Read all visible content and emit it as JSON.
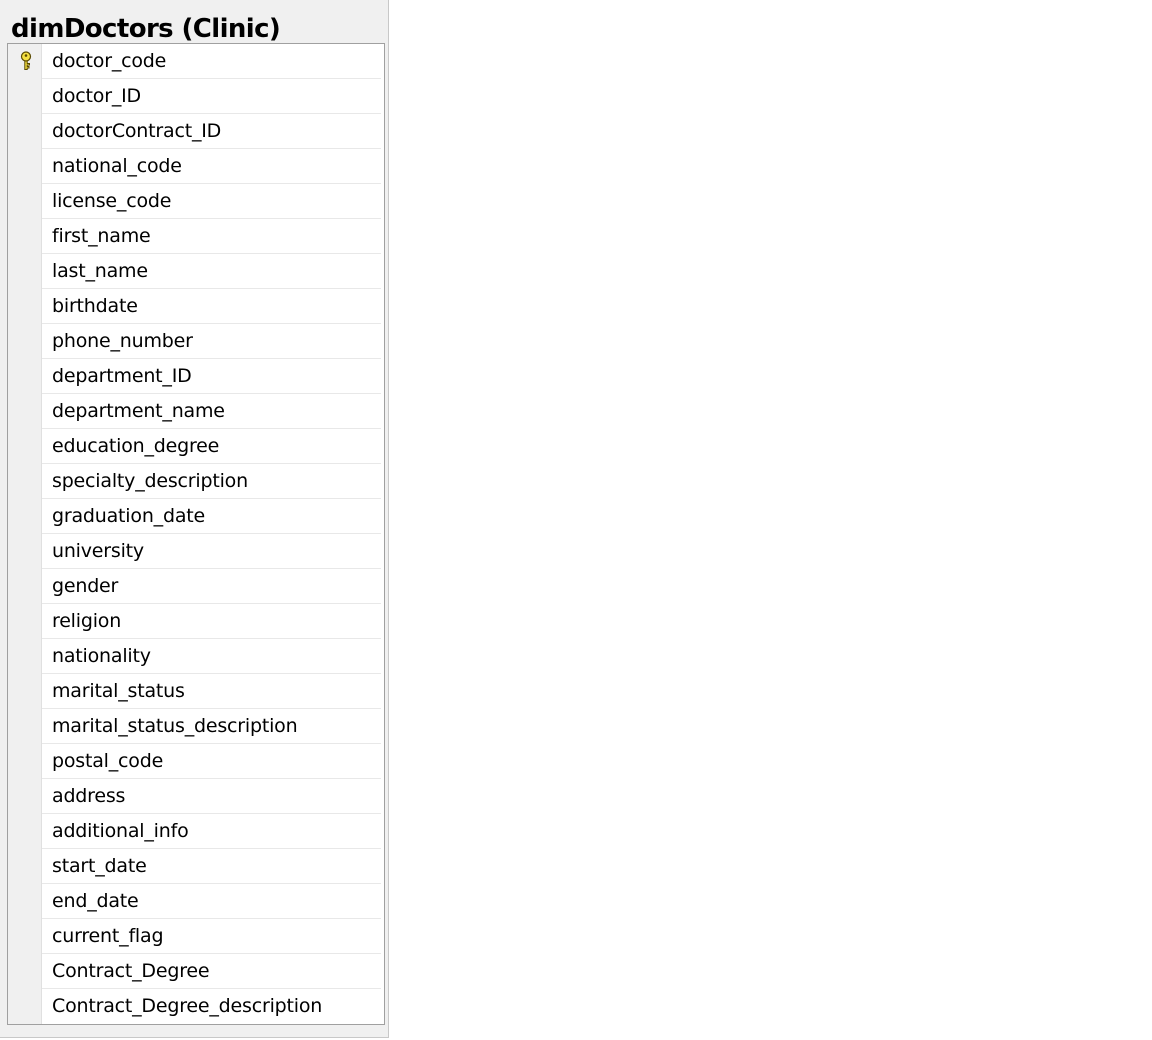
{
  "table": {
    "title": "dimDoctors (Clinic)",
    "primary_key_icon": "key-icon",
    "columns": [
      {
        "label": "doctor_code",
        "is_primary_key": true
      },
      {
        "label": "doctor_ID",
        "is_primary_key": false
      },
      {
        "label": "doctorContract_ID",
        "is_primary_key": false
      },
      {
        "label": "national_code",
        "is_primary_key": false
      },
      {
        "label": "license_code",
        "is_primary_key": false
      },
      {
        "label": "first_name",
        "is_primary_key": false
      },
      {
        "label": "last_name",
        "is_primary_key": false
      },
      {
        "label": "birthdate",
        "is_primary_key": false
      },
      {
        "label": "phone_number",
        "is_primary_key": false
      },
      {
        "label": "department_ID",
        "is_primary_key": false
      },
      {
        "label": "department_name",
        "is_primary_key": false
      },
      {
        "label": "education_degree",
        "is_primary_key": false
      },
      {
        "label": "specialty_description",
        "is_primary_key": false
      },
      {
        "label": "graduation_date",
        "is_primary_key": false
      },
      {
        "label": "university",
        "is_primary_key": false
      },
      {
        "label": "gender",
        "is_primary_key": false
      },
      {
        "label": "religion",
        "is_primary_key": false
      },
      {
        "label": "nationality",
        "is_primary_key": false
      },
      {
        "label": "marital_status",
        "is_primary_key": false
      },
      {
        "label": "marital_status_description",
        "is_primary_key": false
      },
      {
        "label": "postal_code",
        "is_primary_key": false
      },
      {
        "label": "address",
        "is_primary_key": false
      },
      {
        "label": "additional_info",
        "is_primary_key": false
      },
      {
        "label": "start_date",
        "is_primary_key": false
      },
      {
        "label": "end_date",
        "is_primary_key": false
      },
      {
        "label": "current_flag",
        "is_primary_key": false
      },
      {
        "label": "Contract_Degree",
        "is_primary_key": false
      },
      {
        "label": "Contract_Degree_description",
        "is_primary_key": false
      }
    ]
  },
  "colors": {
    "key_fill": "#f5e042",
    "key_stroke": "#5a4a00"
  }
}
